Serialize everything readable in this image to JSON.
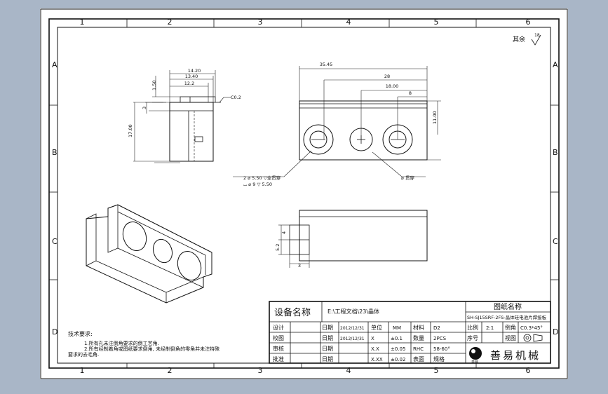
{
  "zones": {
    "columns": [
      "1",
      "2",
      "3",
      "4",
      "5",
      "6"
    ],
    "rows": [
      "A",
      "B",
      "C",
      "D"
    ]
  },
  "surface_note": {
    "text": "其余",
    "symbol": "18"
  },
  "dimensions": {
    "d1": "14.20",
    "d2": "13.40",
    "d3": "12.2",
    "d4": "1.50",
    "d5": "3",
    "d6": "17.00",
    "d7": "C0.2",
    "d8": "35.45",
    "d9": "28",
    "d10": "18.00",
    "d11": "8",
    "d12": "11.00",
    "d13": "2 ⌀ 5.50 ▽全贯穿",
    "d14": "⌴ ⌀ 9 ▽ 5.50",
    "d15": "⌀ 贯穿",
    "d16": "4",
    "d17": "5.2",
    "d18": "3"
  },
  "tech_req": {
    "title": "技术要求:",
    "line1": "1.所有孔未注倒角要求的倒工艺角.",
    "line2": "2.所有经制着角或图纸要求倒角, 未经制倒角的零角并未注特殊",
    "line3": "要求的去毛角."
  },
  "title_block": {
    "device_label": "设备名称",
    "path": "E:\\工程文档\\23\\晶体",
    "drawing_name_label": "图纸名称",
    "drawing_name": "SH-SJ15SRF-2FS-晶体硅电池片焊接板",
    "design_label": "设计",
    "check_label": "校图",
    "review_label": "审核",
    "approve_label": "批准",
    "date_label1": "日期",
    "date_label2": "日期",
    "date_label3": "日期",
    "date_label4": "日期",
    "date_value1": "2012/12/31",
    "date_value2": "2012/12/31",
    "unit_label": "单位",
    "unit_value": "MM",
    "material_label": "材料",
    "material_value": "D2",
    "tol1": "X",
    "tol1_val": "±0.1",
    "qty_label": "数量",
    "qty_value": "2PCS",
    "tol2": "X.X",
    "tol2_val": "±0.05",
    "hrc_label": "RHC",
    "hrc_value": "58-60°",
    "tol3": "X.XX",
    "tol3_val": "±0.02",
    "surface_label": "表面",
    "spec_label": "规格",
    "scale_label": "比例",
    "scale_value": "2:1",
    "chamfer_label": "倒角",
    "chamfer_value": "C0.3*45°",
    "seq_label": "序号",
    "view_label": "视图",
    "company": "善易机械",
    "logo_text": "善易"
  }
}
